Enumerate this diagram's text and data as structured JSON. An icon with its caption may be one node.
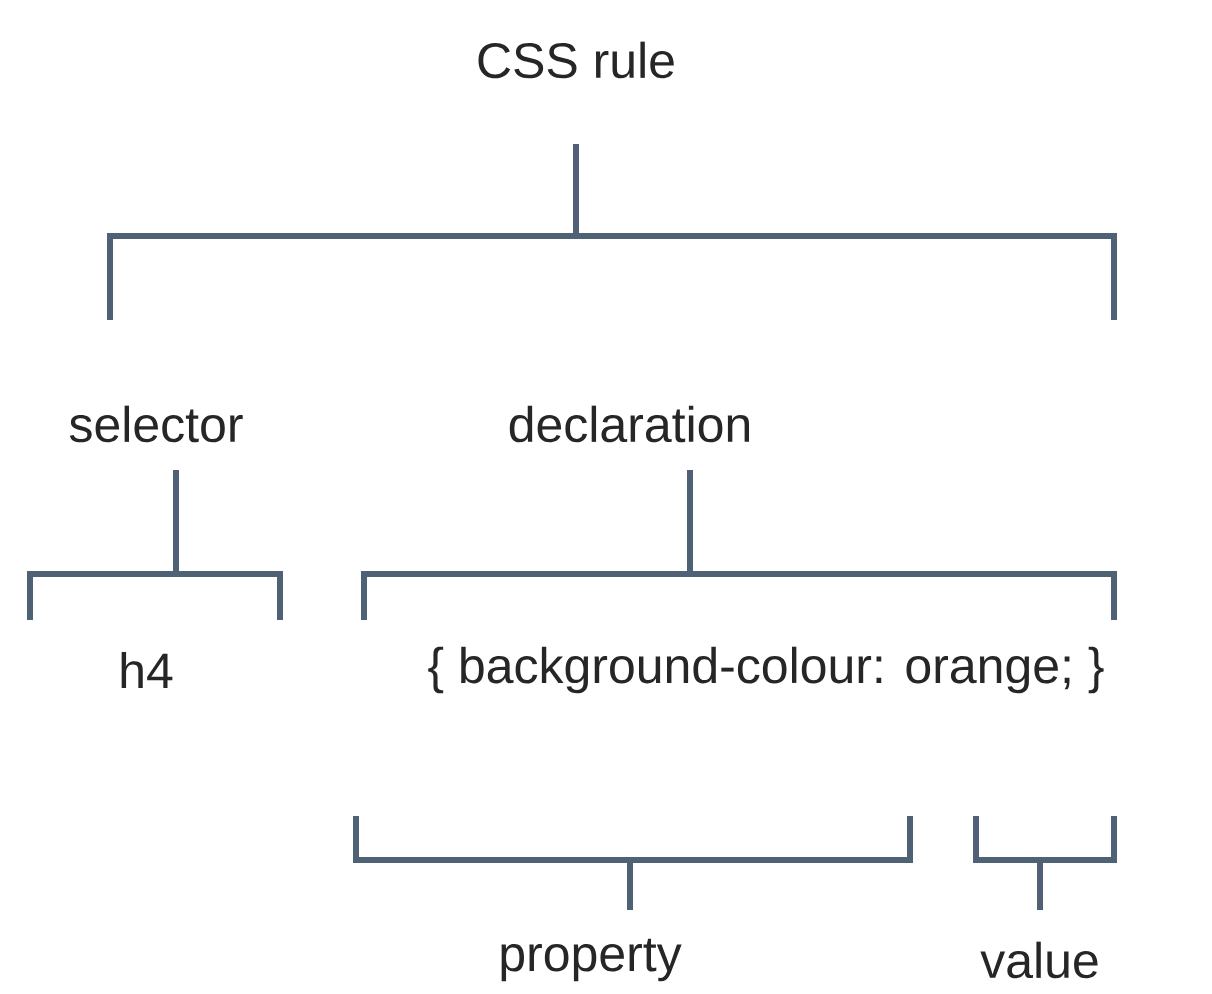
{
  "diagram": {
    "labels": [
      "CSS rule",
      "selector",
      "declaration",
      "h4",
      "{ background-colour: orange; }",
      "property",
      "value"
    ]
  }
}
